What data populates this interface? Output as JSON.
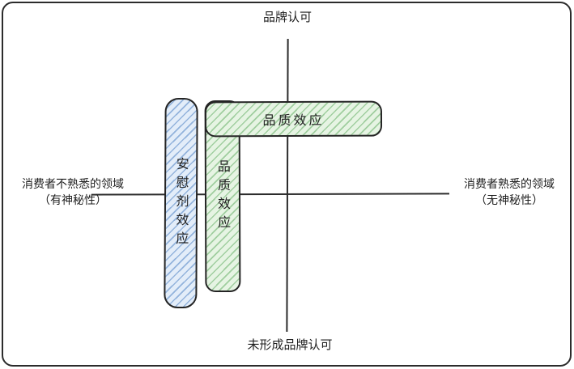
{
  "diagram": {
    "axes": {
      "top": "品牌认可",
      "bottom": "未形成品牌认可",
      "left": {
        "line1": "消费者不熟悉的领域",
        "line2": "（有神秘性）"
      },
      "right": {
        "line1": "消费者熟悉的领域",
        "line2": "（无神秘性）"
      }
    },
    "regions": [
      {
        "id": "placebo-effect",
        "label": "安慰剂效应",
        "orientation": "vertical",
        "fill": "#e3edf9",
        "hatch": "#78a0d2"
      },
      {
        "id": "quality-effect-vertical",
        "label": "品质效应",
        "orientation": "vertical",
        "fill": "#e6f4e3",
        "hatch": "#82be82"
      },
      {
        "id": "quality-effect-horizontal",
        "label": "品质效应",
        "orientation": "horizontal",
        "fill": "#e6f4e3",
        "hatch": "#82be82"
      }
    ],
    "colors": {
      "stroke": "#242424",
      "axis": "#2b2b2b",
      "background": "#ffffff"
    }
  }
}
